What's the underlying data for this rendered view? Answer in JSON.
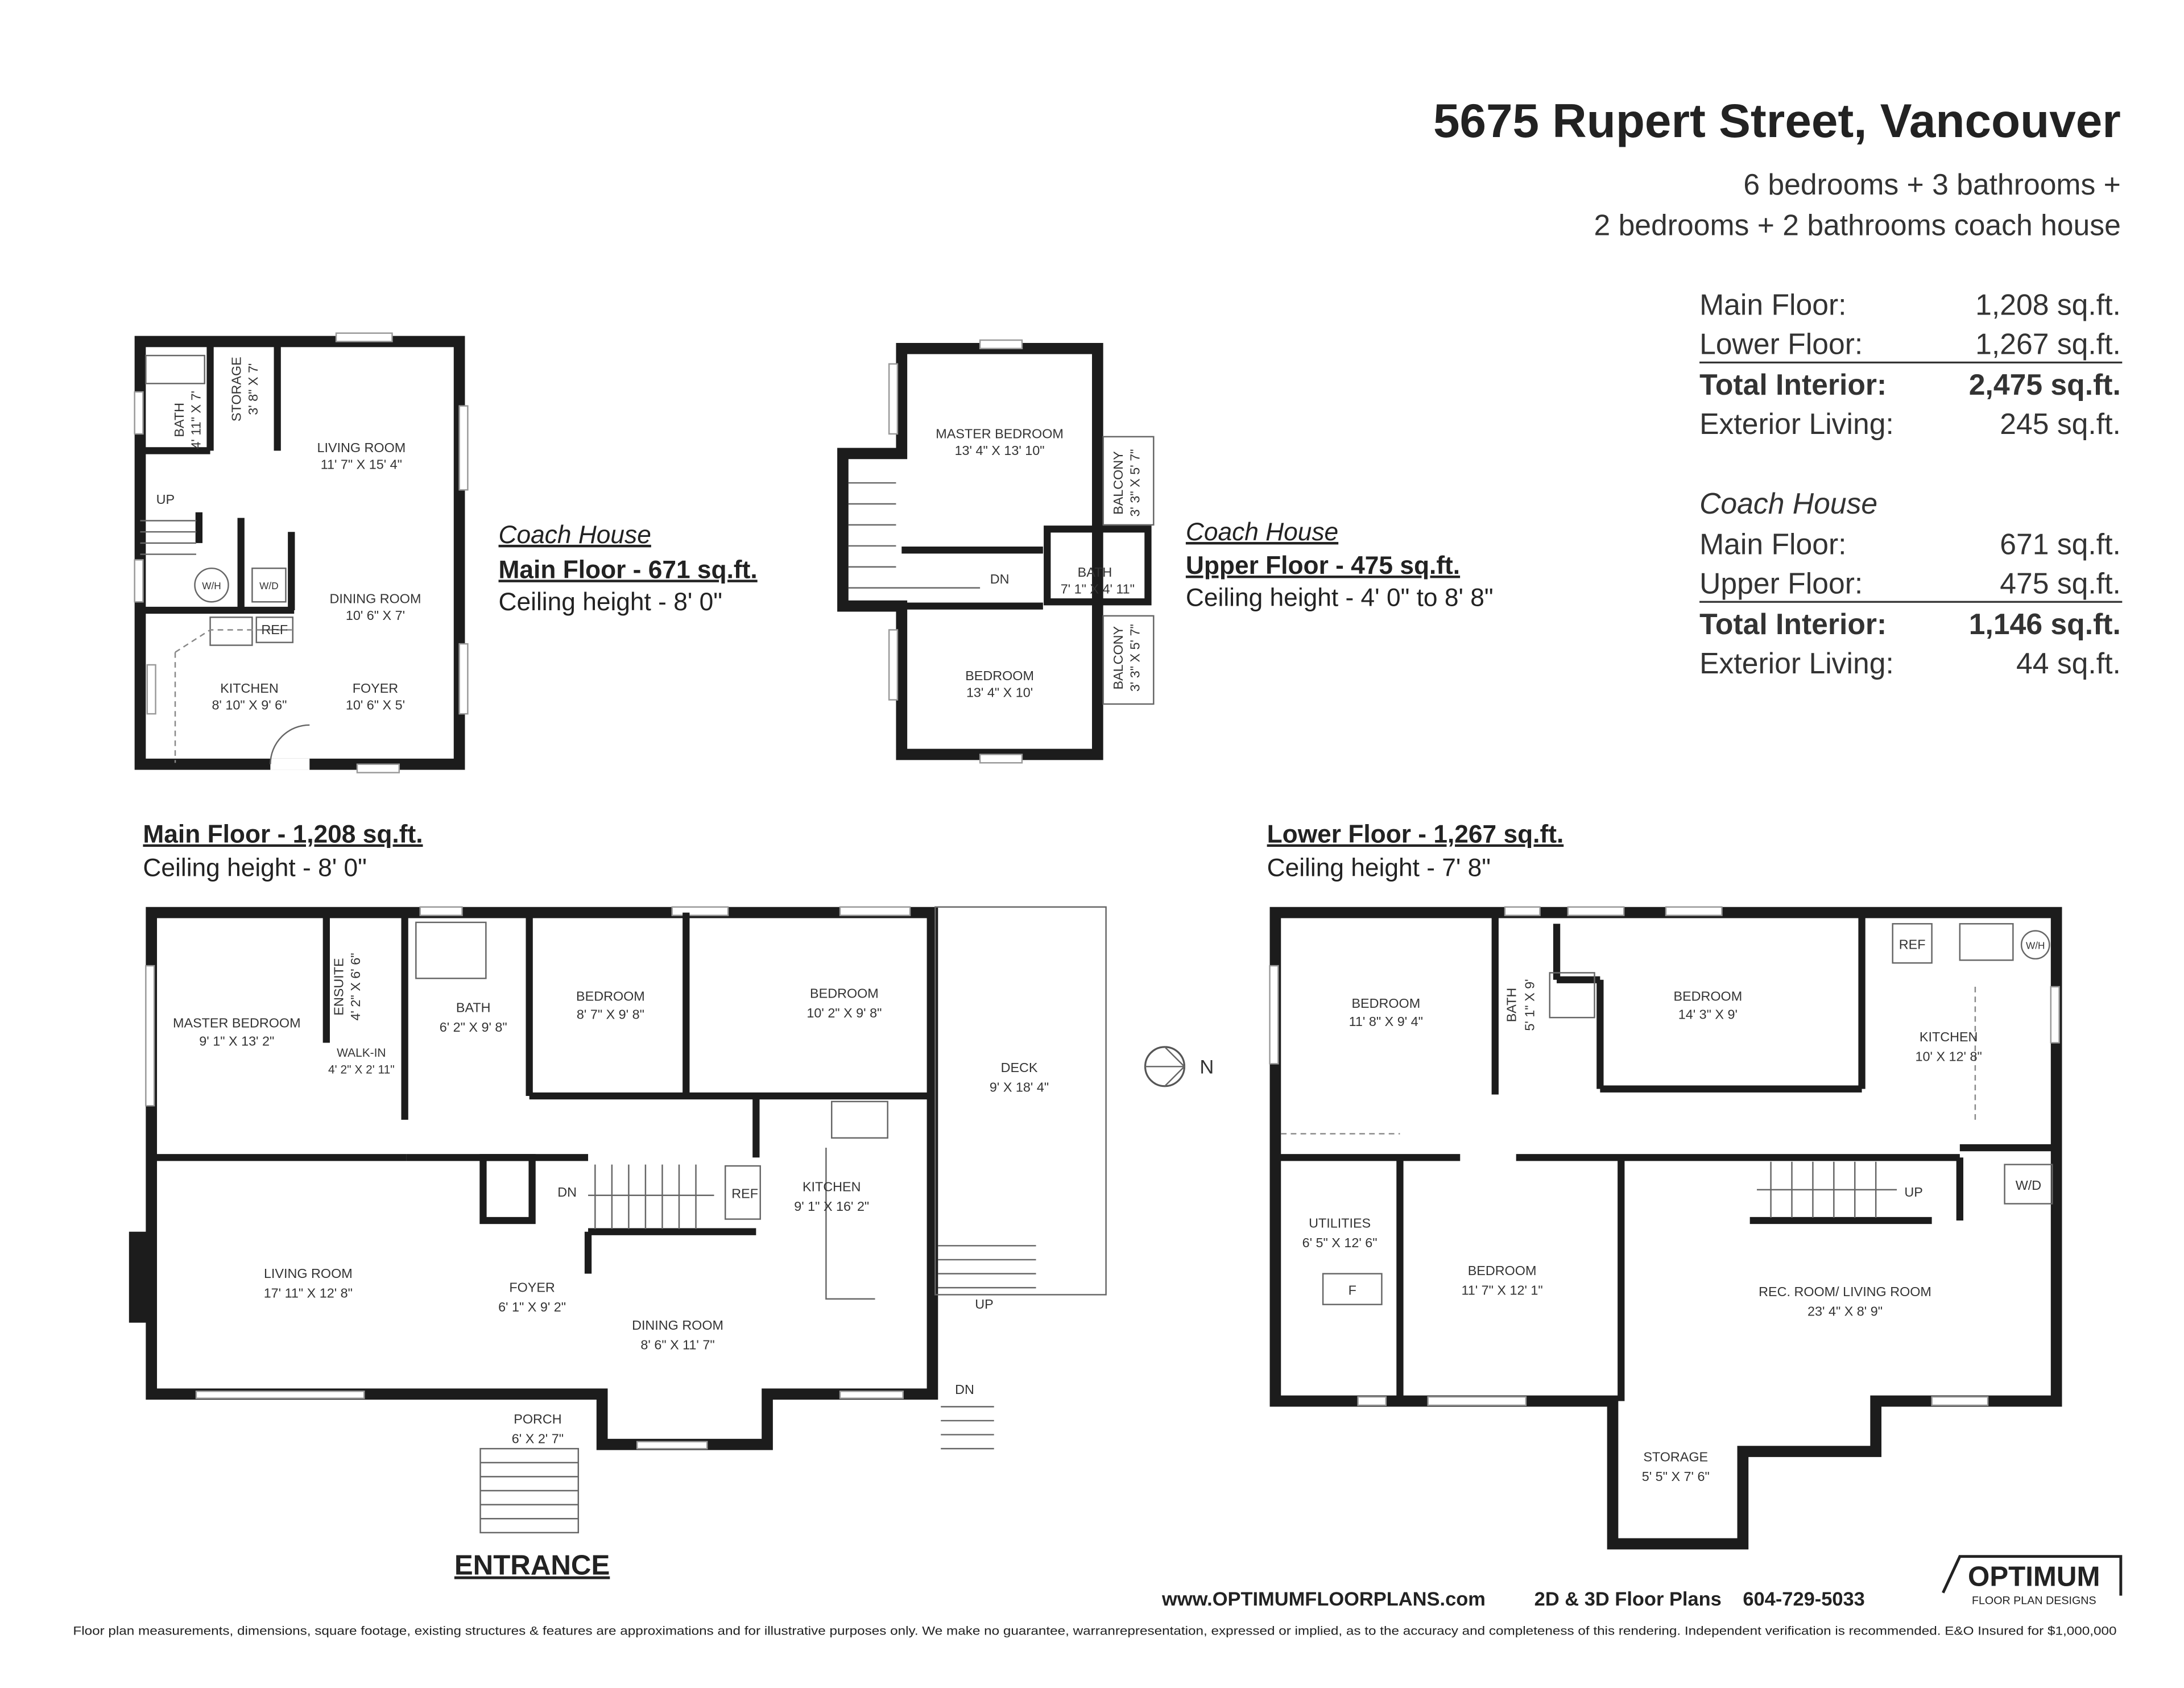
{
  "header": {
    "title": "5675 Rupert Street, Vancouver",
    "subtitle_line1": "6 bedrooms + 3 bathrooms +",
    "subtitle_line2": "2 bedrooms + 2 bathrooms coach house"
  },
  "stats": {
    "house": [
      {
        "label": "Main Floor:",
        "value": "1,208 sq.ft."
      },
      {
        "label": "Lower Floor:",
        "value": "1,267 sq.ft."
      },
      {
        "label": "Total Interior:",
        "value": "2,475 sq.ft."
      },
      {
        "label": "Exterior Living:",
        "value": "245 sq.ft."
      }
    ],
    "coach_heading": "Coach House",
    "coach": [
      {
        "label": "Main Floor:",
        "value": "671 sq.ft."
      },
      {
        "label": "Upper Floor:",
        "value": "475 sq.ft."
      },
      {
        "label": "Total Interior:",
        "value": "1,146 sq.ft."
      },
      {
        "label": "Exterior Living:",
        "value": "44 sq.ft."
      }
    ]
  },
  "coach_main": {
    "caption": "Coach House",
    "title": "Main Floor - 671 sq.ft.",
    "ceiling": "Ceiling height - 8' 0\"",
    "rooms": [
      {
        "name": "BATH",
        "dim": "4' 11\" X 7'"
      },
      {
        "name": "STORAGE",
        "dim": "3' 8\" X 7'"
      },
      {
        "name": "LIVING ROOM",
        "dim": "11' 7\" X 15' 4\""
      },
      {
        "name": "DINING ROOM",
        "dim": "10' 6\" X 7'"
      },
      {
        "name": "KITCHEN",
        "dim": "8' 10\" X 9' 6\""
      },
      {
        "name": "FOYER",
        "dim": "10' 6\" X 5'"
      }
    ],
    "marks": {
      "up": "UP",
      "wh": "W/H",
      "wd": "W/D",
      "ref": "REF"
    }
  },
  "coach_upper": {
    "caption": "Coach House",
    "title": "Upper Floor - 475 sq.ft.",
    "ceiling": "Ceiling height - 4' 0\" to 8' 8\"",
    "rooms": [
      {
        "name": "MASTER BEDROOM",
        "dim": "13' 4\" X 13' 10\""
      },
      {
        "name": "BEDROOM",
        "dim": "13' 4\" X 10'"
      },
      {
        "name": "BATH",
        "dim": "7' 1\" X 4' 11\""
      },
      {
        "name": "BALCONY",
        "dim": "3' 3\" X 5' 7\""
      },
      {
        "name": "BALCONY",
        "dim": "3' 3\" X 5' 7\""
      }
    ],
    "marks": {
      "dn": "DN"
    }
  },
  "main_floor": {
    "title": "Main Floor - 1,208 sq.ft.",
    "ceiling": "Ceiling height - 8' 0\"",
    "rooms": [
      {
        "name": "MASTER BEDROOM",
        "dim": "9' 1\" X 13' 2\""
      },
      {
        "name": "ENSUITE",
        "dim": "4' 2\" X 6' 6\""
      },
      {
        "name": "BATH",
        "dim": "6' 2\" X 9' 8\""
      },
      {
        "name": "WALK-IN",
        "dim": "4' 2\" X 2' 11\""
      },
      {
        "name": "BEDROOM",
        "dim": "8' 7\" X 9' 8\""
      },
      {
        "name": "BEDROOM",
        "dim": "10' 2\" X 9' 8\""
      },
      {
        "name": "DECK",
        "dim": "9' X 18' 4\""
      },
      {
        "name": "KITCHEN",
        "dim": "9' 1\" X 16' 2\""
      },
      {
        "name": "LIVING ROOM",
        "dim": "17' 11\" X 12' 8\""
      },
      {
        "name": "FOYER",
        "dim": "6' 1\" X 9' 2\""
      },
      {
        "name": "DINING ROOM",
        "dim": "8' 6\" X 11' 7\""
      },
      {
        "name": "PORCH",
        "dim": "6' X 2' 7\""
      }
    ],
    "marks": {
      "dn": "DN",
      "ref": "REF",
      "up": "UP",
      "dn2": "DN"
    },
    "entrance": "ENTRANCE",
    "north": "N"
  },
  "lower_floor": {
    "title": "Lower Floor - 1,267 sq.ft.",
    "ceiling": "Ceiling height - 7' 8\"",
    "rooms": [
      {
        "name": "BEDROOM",
        "dim": "11' 8\" X 9' 4\""
      },
      {
        "name": "BATH",
        "dim": "5' 1\" X 9'"
      },
      {
        "name": "BEDROOM",
        "dim": "14' 3\" X 9'"
      },
      {
        "name": "KITCHEN",
        "dim": "10' X 12' 8\""
      },
      {
        "name": "UTILITIES",
        "dim": "6' 5\" X 12' 6\""
      },
      {
        "name": "BEDROOM",
        "dim": "11' 7\" X 12' 1\""
      },
      {
        "name": "REC. ROOM/ LIVING ROOM",
        "dim": "23' 4\" X 8' 9\""
      },
      {
        "name": "STORAGE",
        "dim": "5' 5\" X 7' 6\""
      }
    ],
    "marks": {
      "ref": "REF",
      "wh": "W/H",
      "wd": "W/D",
      "up": "UP",
      "f": "F"
    }
  },
  "footer": {
    "website": "www.OPTIMUMFLOORPLANS.com",
    "service": "2D & 3D Floor Plans",
    "phone": "604-729-5033",
    "logo_main": "OPTIMUM",
    "logo_sub": "FLOOR PLAN DESIGNS",
    "disclaimer": "Floor plan measurements, dimensions, square footage, existing structures & features are approximations and for illustrative purposes only. We make no guarantee, warranrepresentation, expressed or implied, as to the accuracy and completeness of this rendering. Independent verification is recommended. E&O Insured for $1,000,000"
  }
}
